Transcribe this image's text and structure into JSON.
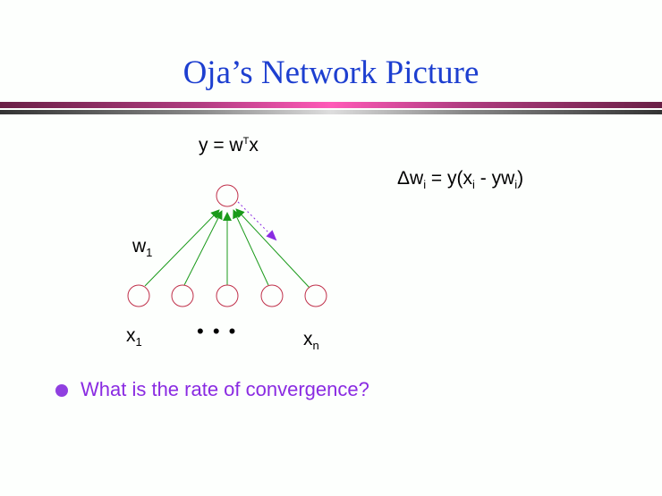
{
  "title": "Oja’s Network Picture",
  "equations": {
    "output": {
      "lhs": "y = w",
      "sup": "T",
      "rhs": "x"
    },
    "update": {
      "delta": "Δw",
      "i1": "i",
      "mid": " = y(x",
      "i2": "i",
      "mid2": " - yw",
      "i3": "i",
      "end": ")"
    }
  },
  "labels": {
    "w": "w",
    "w_sub": "1",
    "x1": "x",
    "x1_sub": "1",
    "xn": "x",
    "xn_sub": "n",
    "ellipsis": "• • •"
  },
  "bullet": "What is the rate of convergence?",
  "colors": {
    "title": "#1d3fd0",
    "node": "#c0304a",
    "edge": "#1a9a1a",
    "feedback": "#8a2be2"
  }
}
